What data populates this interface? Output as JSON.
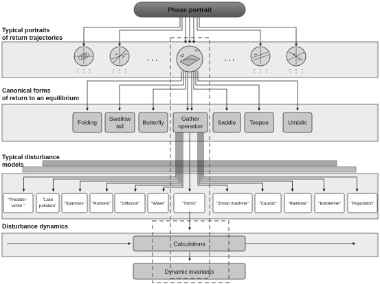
{
  "header": {
    "title": "Phase portrait"
  },
  "sections": {
    "portraits_line1": "Typical portraits",
    "portraits_line2": "of return trajectories",
    "canonical_line1": "Canonical forms",
    "canonical_line2": "of return to an equilibrium",
    "models_line1": "Typical disturbance",
    "models_line2": "models",
    "dynamics": "Disturbance dynamics"
  },
  "portraits": {
    "ellipsis_left": "· · ·",
    "ellipsis_right": "· · ·",
    "center_labels": [
      "y1",
      "y2"
    ],
    "icons": [
      "spiral-portrait-icon",
      "node-portrait-icon",
      "gather-surface-icon",
      "fold-portrait-icon",
      "saddle-portrait-icon"
    ]
  },
  "canonical_forms": [
    {
      "line1": "Folding",
      "line2": ""
    },
    {
      "line1": "Swallow",
      "line2": "tail"
    },
    {
      "line1": "Butterfly",
      "line2": ""
    },
    {
      "line1": "Gather",
      "line2": "operation"
    },
    {
      "line1": "Saddle",
      "line2": ""
    },
    {
      "line1": "Teepee",
      "line2": ""
    },
    {
      "line1": "Umbilic",
      "line2": ""
    }
  ],
  "models": [
    {
      "line1": "\"Predator -",
      "line2": "victim \""
    },
    {
      "line1": "\"Lake",
      "line2": "pollution\""
    },
    {
      "line1": "\"Sparrows\"",
      "line2": ""
    },
    {
      "line1": "\"Rockers\"",
      "line2": ""
    },
    {
      "line1": "\"Diffusion\"",
      "line2": ""
    },
    {
      "line1": "\"Wave\"",
      "line2": ""
    },
    {
      "line1": "\"Tortrix\"",
      "line2": ""
    },
    {
      "line1": "\"Ziman machine\"",
      "line2": ""
    },
    {
      "line1": "\"Caustic\"",
      "line2": ""
    },
    {
      "line1": "\"Rainbow\"",
      "line2": ""
    },
    {
      "line1": "\"Borderline\"",
      "line2": ""
    },
    {
      "line1": "\"Population\"",
      "line2": ""
    }
  ],
  "dynamics": {
    "calculations": "Calculations",
    "invariants": "Dynamic invariants"
  },
  "colors": {
    "title_fill": "#6e6e6e",
    "panel_fill": "#ececec",
    "box_fill": "#c8c8c8",
    "band_fill": "#a9a9a9",
    "line": "#222222"
  }
}
